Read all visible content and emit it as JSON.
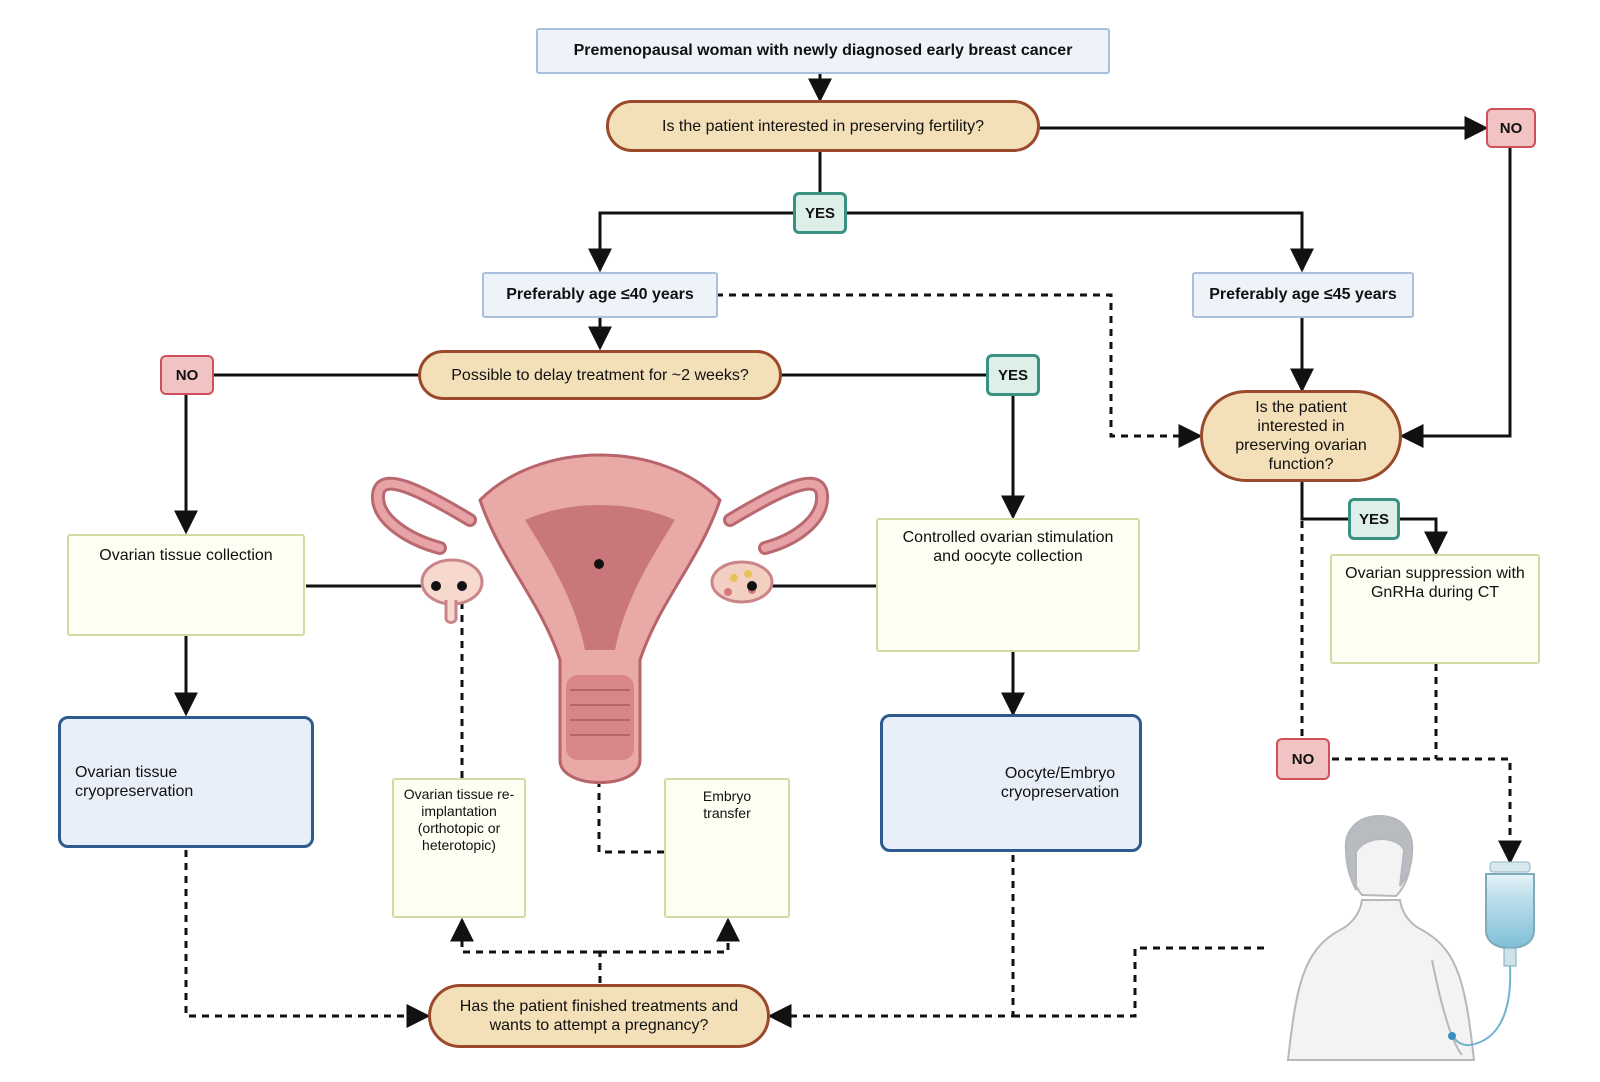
{
  "nodes": {
    "start": "Premenopausal woman with newly diagnosed early breast cancer",
    "q_fertility": "Is the patient interested in preserving fertility?",
    "no_top_right": "NO",
    "yes_top": "YES",
    "age_40": "Preferably age ≤40 years",
    "age_45": "Preferably age ≤45 years",
    "q_delay": "Possible to delay treatment for ~2 weeks?",
    "no_left": "NO",
    "yes_mid": "YES",
    "q_ovarian": "Is the patient interested in preserving ovarian function?",
    "yes_right": "YES",
    "no_right": "NO",
    "tissue_collection": "Ovarian  tissue collection",
    "stimulation": "Controlled ovarian stimulation and oocyte collection",
    "suppression": "Ovarian suppression with GnRHa during CT",
    "tissue_cryo": "Ovarian tissue cryopreservation",
    "oocyte_cryo": "Oocyte/Embryo cryopreservation",
    "reimplant": "Ovarian tissue re-implantation (orthotopic or heterotopic)",
    "embryo_transfer": "Embryo transfer",
    "q_pregnancy": "Has the patient finished treatments and wants to attempt a pregnancy?"
  },
  "colors": {
    "question_fill": "#f3dfb8",
    "question_border": "#9a4a2a",
    "no_fill": "#f2c3c3",
    "no_border": "#d05059",
    "yes_fill": "#dcefe8",
    "yes_border": "#3a9282",
    "step_border": "#cfdca3",
    "storage_border": "#2d5b8e"
  },
  "icons": [
    "ovarian-tissue-icon",
    "syringe-icon",
    "oocyte-cells-icon",
    "cryo-tank-icon",
    "embryo-icon",
    "uterus-illustration",
    "patient-figure-icon",
    "iv-bag-icon"
  ]
}
